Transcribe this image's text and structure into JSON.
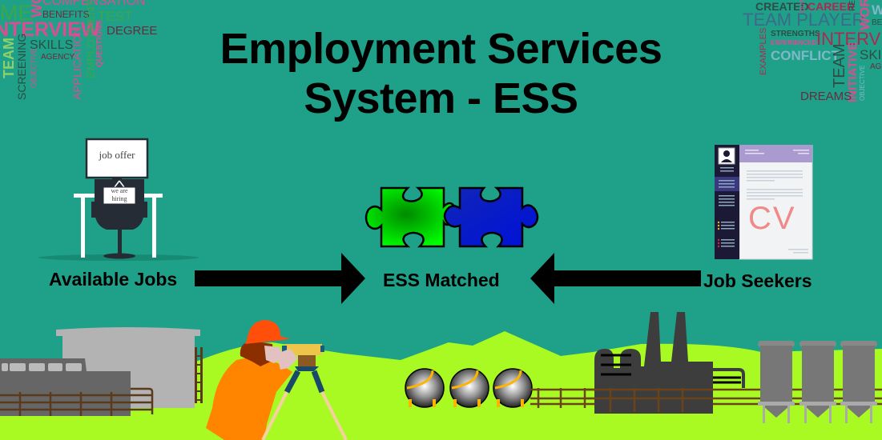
{
  "title": {
    "line1": "Employment Services",
    "line2": "System - ESS"
  },
  "word_cloud_left": {
    "words": [
      "ME",
      "WO",
      "COMPENSATION",
      "BENEFITS",
      "TEST",
      "INTERVIEW",
      "DEGREE",
      "TEAM",
      "SCREENING",
      "SKILLS",
      "AGENCY",
      "OBJECTIVE",
      "APPLICATION",
      "EMPLOYMENT",
      "QUESTIONS"
    ]
  },
  "word_cloud_right": {
    "words": [
      "CREATED",
      "QUA",
      "CAREER",
      "RE",
      "TEAM PLAYER",
      "WOR",
      "W",
      "BE",
      "STRENGTHS",
      "EXPERIENCED",
      "INTERVI",
      "EXAMPLES",
      "CONFLICT",
      "TEAM",
      "INITIATIVE",
      "SKIL",
      "AGE",
      "OBJECTIVE",
      "DREAMS"
    ]
  },
  "left_panel": {
    "monitor_text": "job offer",
    "sign_line1": "we are",
    "sign_line2": "hiring",
    "label": "Available Jobs"
  },
  "center_panel": {
    "label": "ESS Matched",
    "puzzle_colors": [
      "#00dd00",
      "#0a1ecc"
    ]
  },
  "right_panel": {
    "cv_text": "CV",
    "label": "Job Seekers"
  },
  "colors": {
    "background": "#1ea188",
    "ground": "#a8fa22",
    "arrow": "#000000",
    "cv_accent": "#f08a8a",
    "cv_header": "#a99ad0",
    "cv_sidebar": "#1c1936"
  }
}
